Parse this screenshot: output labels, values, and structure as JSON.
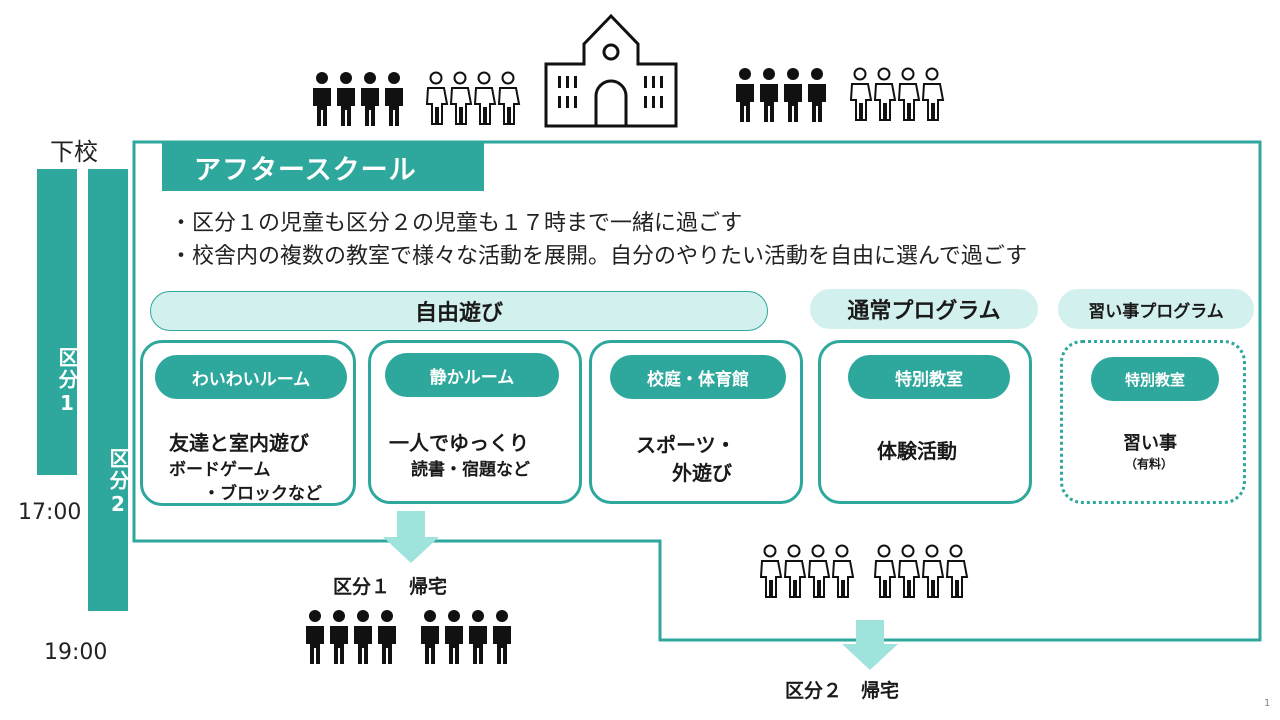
{
  "timeline": {
    "dismissal_label": "下校",
    "time_1700": "17:00",
    "time_1900": "19:00",
    "bar_kubun1": "区分1",
    "bar_kubun2": "区分2"
  },
  "main": {
    "title": "アフタースクール",
    "bullet1": "・区分１の児童も区分２の児童も１７時まで一緒に過ごす",
    "bullet2": "・校舎内の複数の教室で様々な活動を展開。自分のやりたい活動を自由に選んで過ごす"
  },
  "categories": {
    "free_play": "自由遊び",
    "regular_program": "通常プログラム",
    "lessons_program": "習い事プログラム"
  },
  "cards": [
    {
      "room": "わいわいルーム",
      "line1": "友達と室内遊び",
      "line2": "ボードゲーム",
      "line3": "・ブロックなど"
    },
    {
      "room": "静かルーム",
      "line1": "一人でゆっくり",
      "line2": "読書・宿題など"
    },
    {
      "room": "校庭・体育館",
      "line1": "スポーツ・",
      "line2": "外遊び"
    },
    {
      "room": "特別教室",
      "line1": "体験活動"
    },
    {
      "room": "特別教室",
      "line1": "習い事",
      "line2": "（有料）"
    }
  ],
  "exits": {
    "kubun1_home": "区分１　帰宅",
    "kubun2_home": "区分２　帰宅"
  },
  "page_number": "1",
  "colors": {
    "accent": "#2ea79c",
    "pale": "#d2f1ee",
    "arrow": "#9ee3dc"
  },
  "icons": [
    "people-filled-icon",
    "people-outline-icon",
    "school-building-icon",
    "down-arrow-icon"
  ]
}
